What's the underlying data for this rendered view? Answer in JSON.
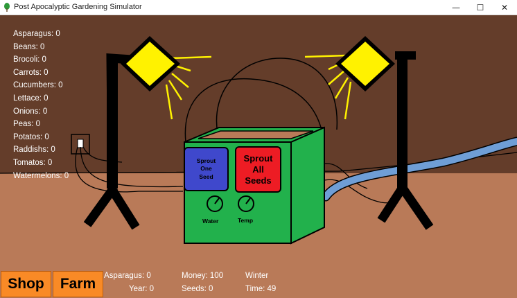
{
  "window": {
    "title": "Post Apocalyptic Gardening Simulator",
    "minimize_glyph": "—",
    "maximize_glyph": "☐",
    "close_glyph": "✕"
  },
  "inventory": [
    {
      "label": "Asparagus: 0"
    },
    {
      "label": "Beans: 0"
    },
    {
      "label": "Brocoli: 0"
    },
    {
      "label": "Carrots: 0"
    },
    {
      "label": "Cucumbers: 0"
    },
    {
      "label": "Lettace: 0"
    },
    {
      "label": "Onions: 0"
    },
    {
      "label": "Peas: 0"
    },
    {
      "label": "Potatos: 0"
    },
    {
      "label": "Raddishs: 0"
    },
    {
      "label": "Tomatos: 0"
    },
    {
      "label": "Watermelons: 0"
    }
  ],
  "machine": {
    "sprout_one_lines": [
      "Sprout",
      "One",
      "Seed"
    ],
    "sprout_all_lines": [
      "Sprout",
      "All",
      "Seeds"
    ],
    "water_label": "Water",
    "temp_label": "Temp"
  },
  "nav": {
    "shop_label": "Shop",
    "farm_label": "Farm"
  },
  "status": {
    "selected_crop": "Asparagus: 0",
    "year": "Year: 0",
    "money": "Money: 100",
    "seeds": "Seeds: 0",
    "season": "Winter",
    "time": "Time: 49"
  },
  "colors": {
    "wall": "#643d2a",
    "floor": "#b97a58",
    "machine_green": "#22b14c",
    "sprout_one_blue": "#3f48cc",
    "sprout_all_red": "#ed1c24",
    "lamp_yellow": "#fff200",
    "hose_blue": "#6f9ed6",
    "button_orange": "#f98a26"
  }
}
